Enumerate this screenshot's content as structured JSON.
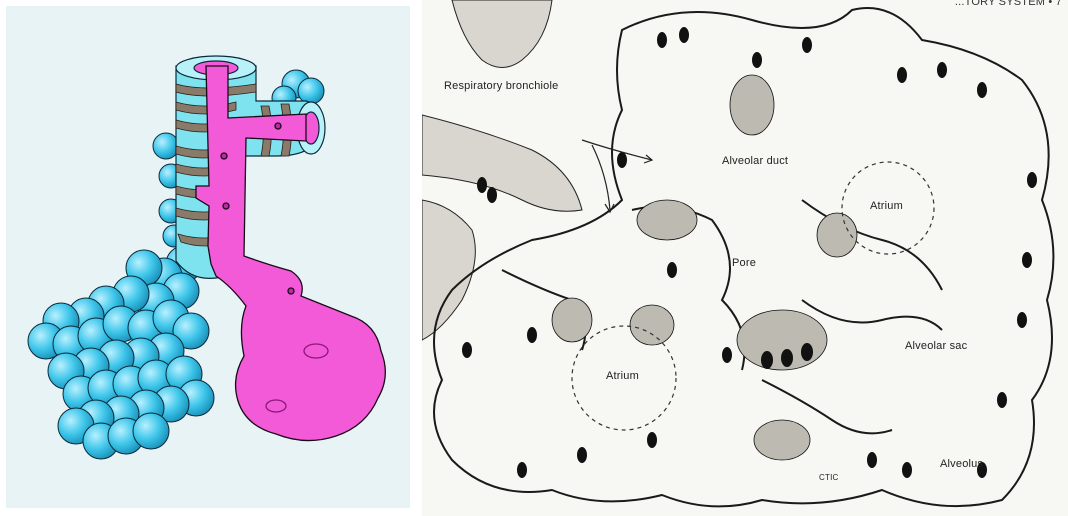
{
  "header_fragment": "...TORY SYSTEM • 7",
  "labels": {
    "respiratory_bronchiole": "Respiratory bronchiole",
    "alveolar_duct": "Alveolar duct",
    "atrium_upper": "Atrium",
    "atrium_lower": "Atrium",
    "pore": "Pore",
    "alveolar_sac": "Alveolar sac",
    "alveolus": "Alveolus",
    "signature": "CTIC"
  },
  "colors": {
    "left_background": "#e8f3f6",
    "alveoli_blue": "#3ec6ea",
    "airway_magenta": "#f25ad8",
    "cartilage_brown": "#8a7a6a",
    "ink": "#1a1a1a"
  }
}
